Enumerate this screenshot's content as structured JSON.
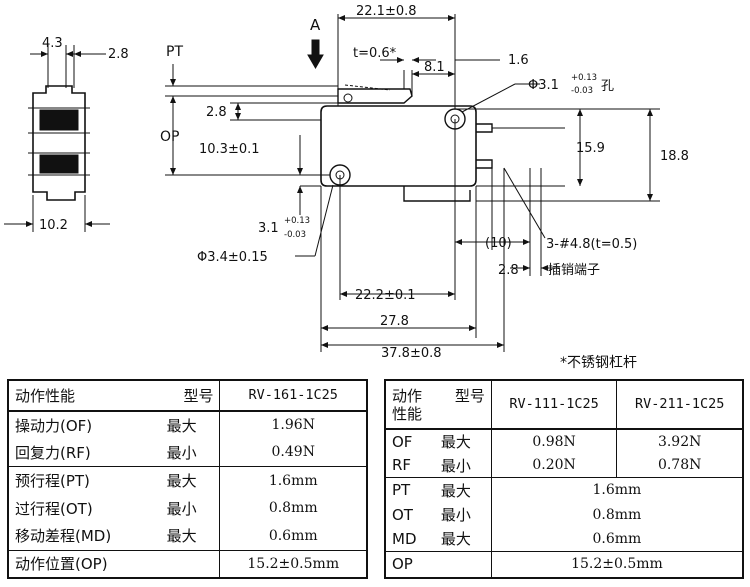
{
  "drawing": {
    "side_view": {
      "dim_top_left": "4.3",
      "dim_top_right": "2.8",
      "dim_bottom": "10.2"
    },
    "front_view": {
      "arrow_label": "A",
      "pt_label": "PT",
      "op_label": "OP",
      "dim_overall_top": "22.1±0.8",
      "dim_t": "t=0.6*",
      "dim_1_6": "1.6",
      "dim_8_1": "8.1",
      "dim_hole": "Φ3.1",
      "dim_hole_tol_upper": "+0.13",
      "dim_hole_tol_lower": "-0.03",
      "dim_hole_suffix": "孔",
      "dim_2_8_left": "2.8",
      "dim_10_3": "10.3±0.1",
      "dim_15_9": "15.9",
      "dim_18_8": "18.8",
      "dim_3_1": "3.1",
      "dim_3_1_tol_upper": "+0.13",
      "dim_3_1_tol_lower": "-0.03",
      "dim_3_4": "Φ3.4±0.15",
      "dim_10": "(10)",
      "terminal_spec": "3-#4.8(t=0.5)",
      "terminal_name": "插销端子",
      "dim_2_8_bottom": "2.8",
      "dim_22_2": "22.2±0.1",
      "dim_27_8": "27.8",
      "dim_37_8": "37.8±0.8"
    }
  },
  "note": "*不锈钢杠杆",
  "table_left": {
    "header": [
      "动作性能",
      "型号",
      "RV-161-1C25"
    ],
    "rows": [
      [
        "操动力(OF)",
        "最大",
        "1.96N"
      ],
      [
        "回复力(RF)",
        "最小",
        "0.49N"
      ],
      [
        "预行程(PT)",
        "最大",
        "1.6mm"
      ],
      [
        "过行程(OT)",
        "最小",
        "0.8mm"
      ],
      [
        "移动差程(MD)",
        "最大",
        "0.6mm"
      ],
      [
        "动作位置(OP)",
        "",
        "15.2±0.5mm"
      ]
    ]
  },
  "table_right": {
    "header_a": "动作",
    "header_b": "性能",
    "header_model": "型号",
    "models": [
      "RV-111-1C25",
      "RV-211-1C25"
    ],
    "rows_force": [
      [
        "OF",
        "最大",
        "0.98N",
        "3.92N"
      ],
      [
        "RF",
        "最小",
        "0.20N",
        "0.78N"
      ]
    ],
    "rows_travel": [
      [
        "PT",
        "最大",
        "1.6mm"
      ],
      [
        "OT",
        "最小",
        "0.8mm"
      ],
      [
        "MD",
        "最大",
        "0.6mm"
      ]
    ],
    "row_op": [
      "OP",
      "15.2±0.5mm"
    ]
  }
}
